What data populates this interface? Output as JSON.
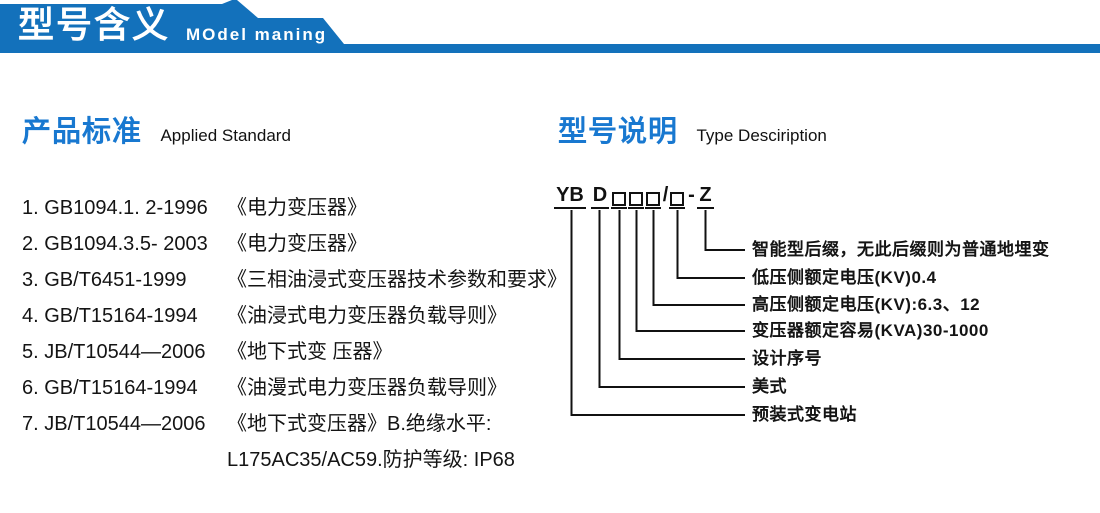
{
  "banner": {
    "title": "型号含义",
    "subtitle": "MOdel maning"
  },
  "colors": {
    "banner_blue": "#1371bb",
    "heading_blue": "#1878d0",
    "line_black": "#111111"
  },
  "left_section": {
    "heading_zh": "产品标准",
    "heading_en": "Applied Standard",
    "standards": [
      {
        "num_code": "1. GB1094.1. 2-1996",
        "title": "《电力变压器》"
      },
      {
        "num_code": "2. GB1094.3.5- 2003",
        "title": "《电力变压器》"
      },
      {
        "num_code": "3. GB/T6451-1999",
        "title": "《三相油浸式变压器技术参数和要求》"
      },
      {
        "num_code": "4. GB/T15164-1994",
        "title": "《油浸式电力变压器负载导则》"
      },
      {
        "num_code": "5. JB/T10544—2006",
        "title": "《地下式变 压器》"
      },
      {
        "num_code": "6. GB/T15164-1994",
        "title": "《油漫式电力变压器负载导则》"
      },
      {
        "num_code": "7. JB/T10544—2006",
        "title": "《地下式变压器》B.绝缘水平:"
      }
    ],
    "standard7_line2": "L175AC35/AC59.防护等级: IP68"
  },
  "right_section": {
    "heading_zh": "型号说明",
    "heading_en": "Type Desciription",
    "model_code": {
      "prefix": "YB",
      "type_letter": "D",
      "slash": "/",
      "dash": "-",
      "suffix": "Z"
    },
    "labels": [
      "智能型后缀，无此后缀则为普通地埋变",
      "低压侧额定电压(KV)0.4",
      "高压侧额定电压(KV):6.3、12",
      "变压器额定容易(KVA)30-1000",
      "设计序号",
      "美式",
      "预装式变电站"
    ]
  }
}
